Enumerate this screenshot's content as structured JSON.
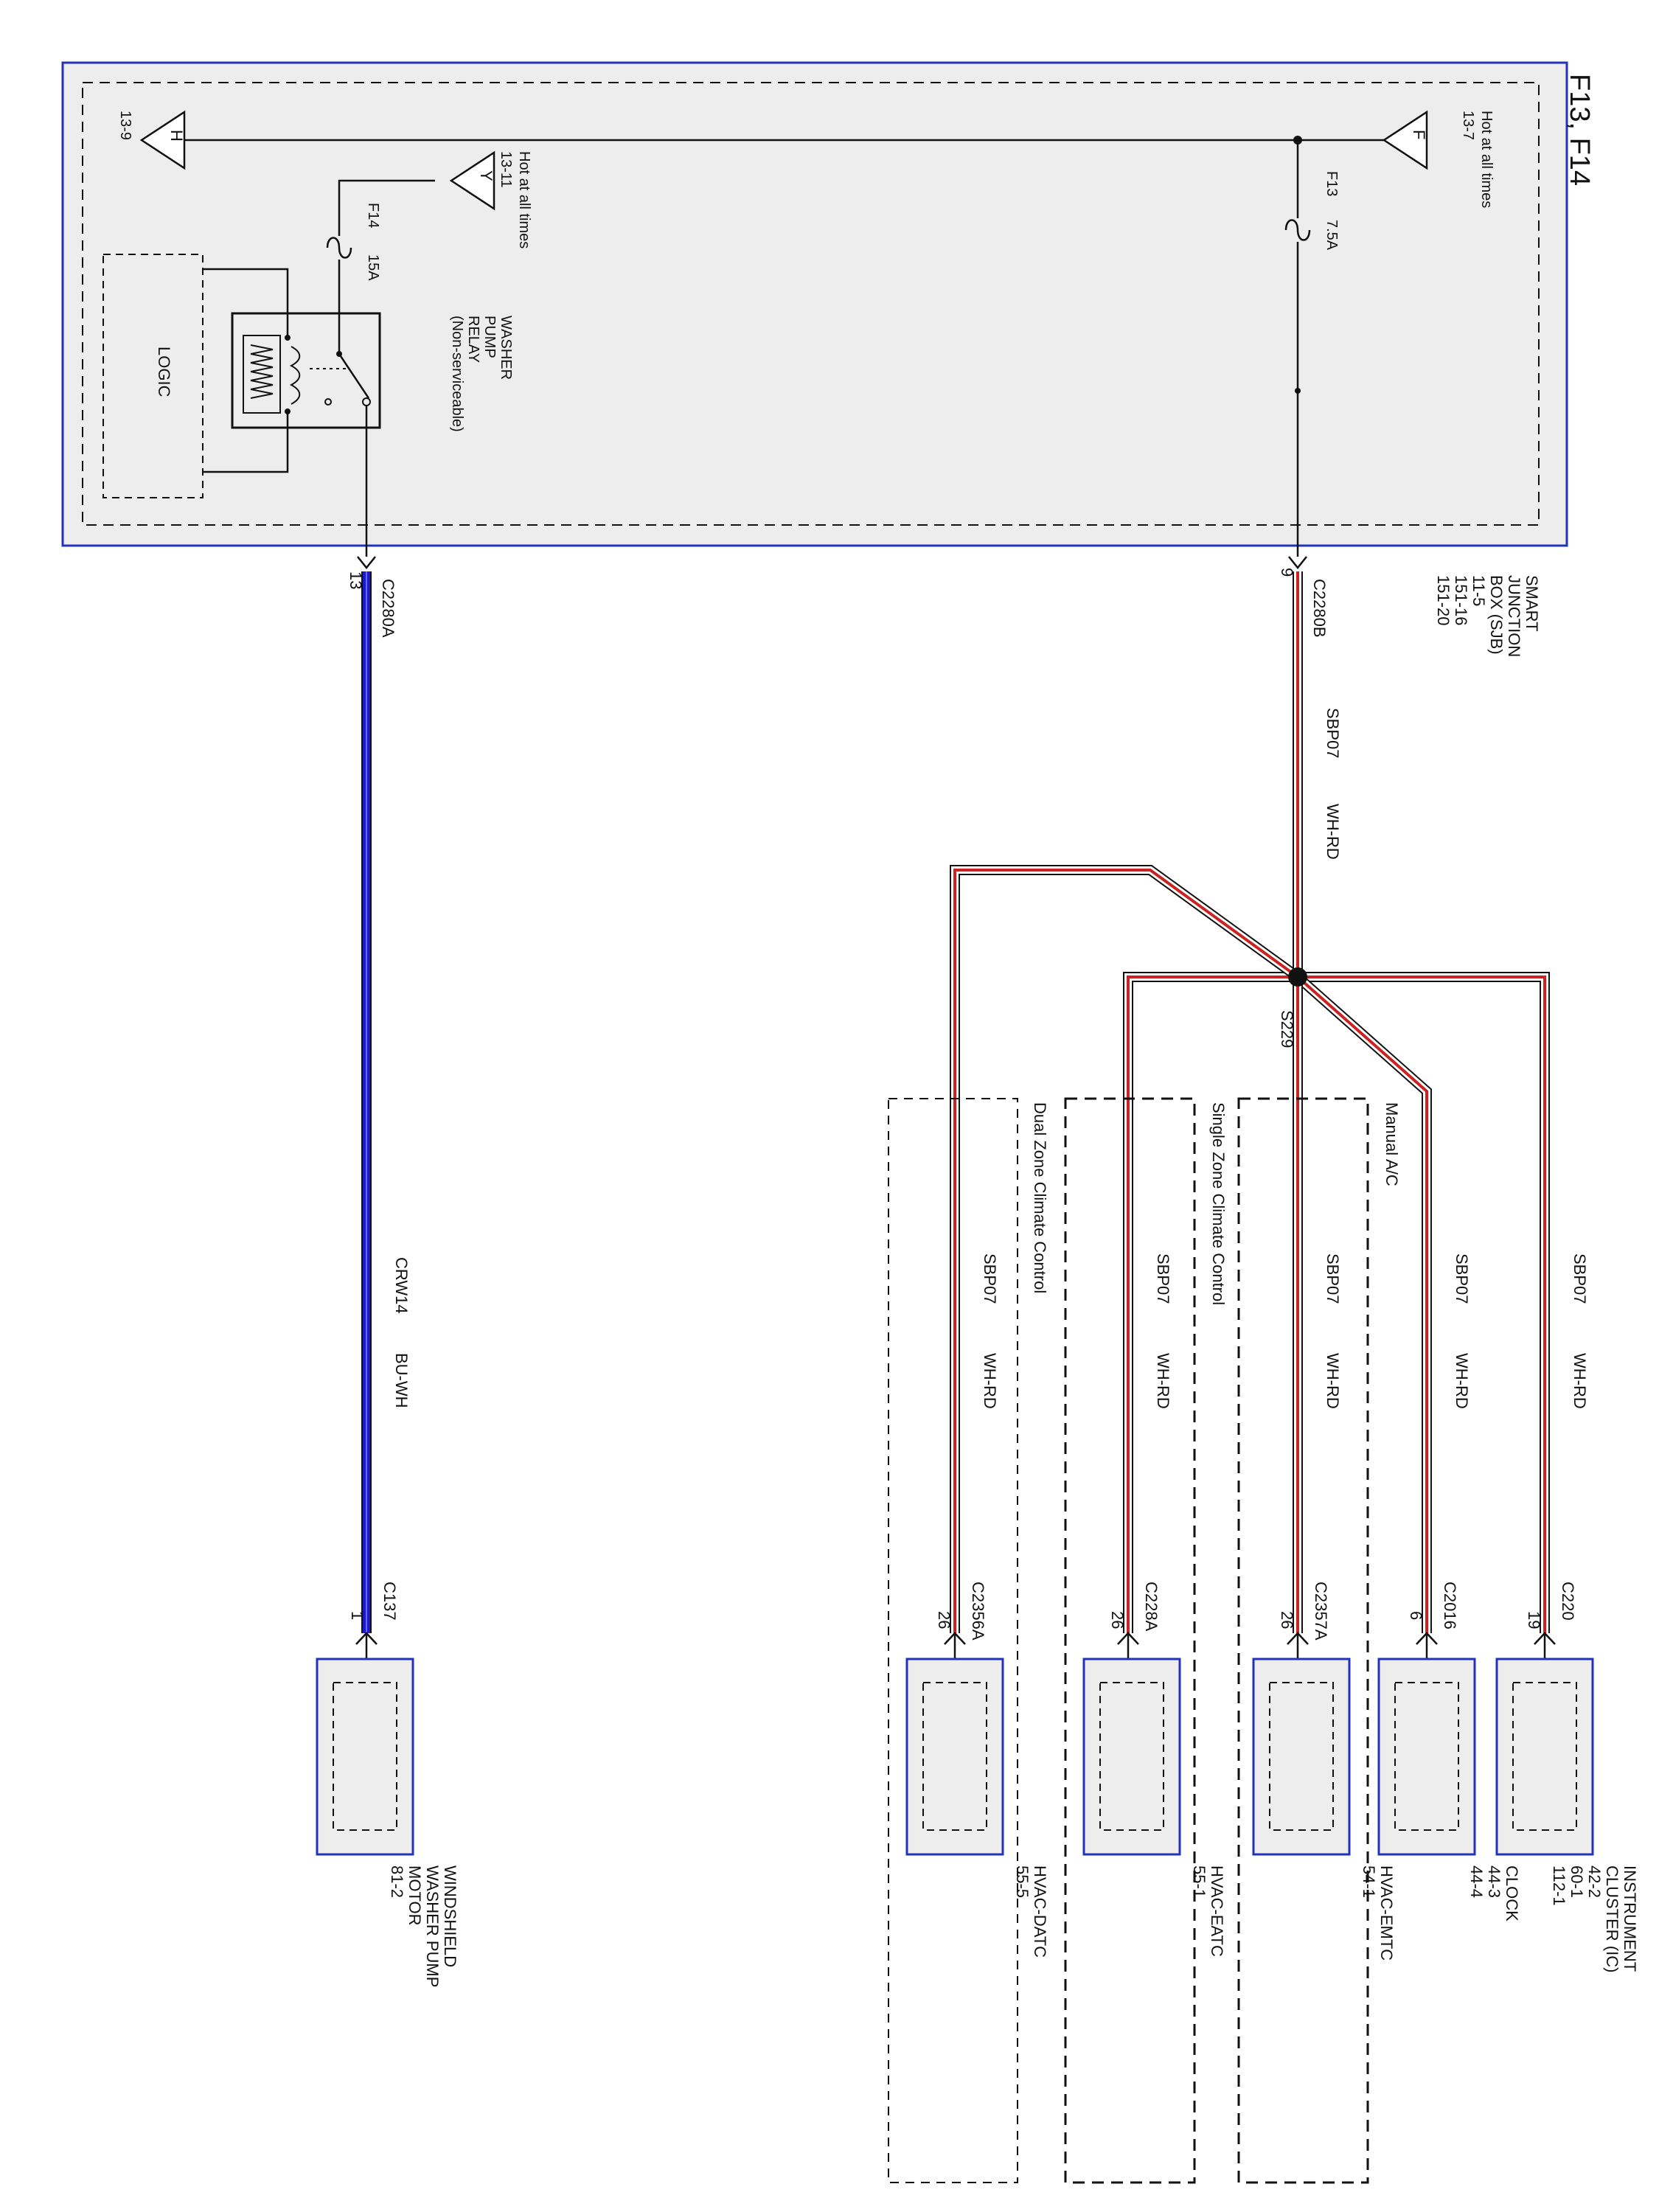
{
  "title": "F13, F14",
  "sjb": {
    "name_lines": [
      "SMART",
      "JUNCTION",
      "BOX (SJB)"
    ],
    "page_refs": [
      "11-5",
      "151-16",
      "151-20"
    ]
  },
  "power_h": {
    "letter": "H",
    "page_ref": "13-9"
  },
  "power_f": {
    "letter": "F",
    "label": "Hot at all times",
    "page_ref": "13-7"
  },
  "power_y": {
    "letter": "Y",
    "label": "Hot at all times",
    "page_ref": "13-11"
  },
  "fuse_f13": {
    "name": "F13",
    "rating": "7.5A"
  },
  "fuse_f14": {
    "name": "F14",
    "rating": "15A"
  },
  "relay": {
    "lines": [
      "WASHER",
      "PUMP",
      "RELAY",
      "(Non-serviceable)"
    ]
  },
  "logic_label": "LOGIC",
  "connector_c2280b": {
    "name": "C2280B",
    "pin": "9"
  },
  "connector_c2280a": {
    "name": "C2280A",
    "pin": "13"
  },
  "main_wire": {
    "circuit": "SBP07",
    "color": "WH-RD"
  },
  "splice": "S229",
  "branches": [
    {
      "circuit": "SBP07",
      "color": "WH-RD",
      "connector": "C220",
      "pin": "19",
      "component_lines": [
        "INSTRUMENT",
        "CLUSTER (IC)",
        "42-2",
        "60-1",
        "112-1"
      ]
    },
    {
      "circuit": "SBP07",
      "color": "WH-RD",
      "connector": "C2016",
      "pin": "6",
      "component_lines": [
        "CLOCK",
        "44-3",
        "44-4"
      ]
    },
    {
      "circuit": "SBP07",
      "color": "WH-RD",
      "connector": "C2357A",
      "pin": "26",
      "component_lines": [
        "HVAC-EMTC",
        "54-1"
      ]
    },
    {
      "circuit": "SBP07",
      "color": "WH-RD",
      "connector": "C228A",
      "pin": "26",
      "component_lines": [
        "HVAC-EATC",
        "55-1"
      ]
    },
    {
      "circuit": "SBP07",
      "color": "WH-RD",
      "connector": "C2356A",
      "pin": "26",
      "component_lines": [
        "HVAC-DATC",
        "55-5"
      ]
    }
  ],
  "option_boxes": [
    "Manual A/C",
    "Single Zone Climate Control",
    "Dual Zone Climate Control"
  ],
  "washer_wire": {
    "circuit": "CRW14",
    "color": "BU-WH",
    "connector": "C137",
    "pin": "1"
  },
  "washer_motor": {
    "lines": [
      "WINDSHIELD",
      "WASHER PUMP",
      "MOTOR",
      "81-2"
    ]
  },
  "colors": {
    "sjb_border": "#2233bb",
    "sjb_fill": "#ededed",
    "wire_white": "#ffffff",
    "wire_red": "#cc2222",
    "wire_blue": "#1a1acc",
    "component_border": "#2233bb"
  }
}
